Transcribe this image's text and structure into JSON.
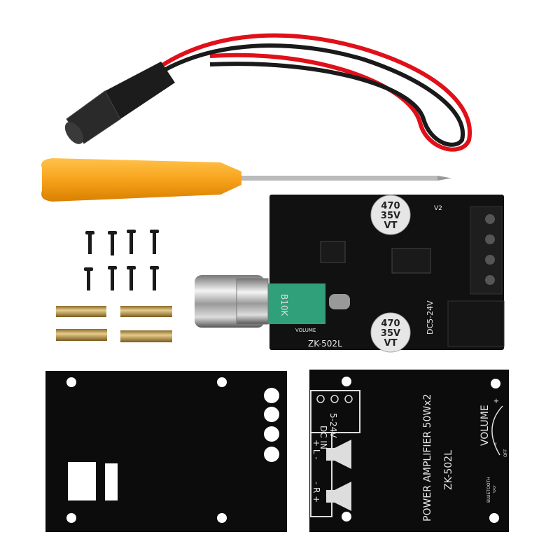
{
  "board": {
    "model": "ZK-502L",
    "voltage": "DC5-24V",
    "volume": "VOLUME",
    "version": "V2",
    "pot": "B10K",
    "capacitor": {
      "line1": "470",
      "line2": "35V",
      "line3": "VT"
    }
  },
  "panel": {
    "title": "POWER AMPLIFIER 50Wx2",
    "model": "ZK-502L",
    "volume": "VOLUME",
    "plus": "+",
    "minus": "-",
    "off": "OFF",
    "bluetooth": "BLUETOOTH",
    "dc_in": "DC IN",
    "dc_range": "5-24V",
    "left_channel": "+ L -",
    "right_channel": "- R +"
  },
  "colors": {
    "handle": "#f7a21b",
    "pcb": "#111111",
    "wire_red": "#e0101a",
    "wire_black": "#1a1a1a",
    "brass": "#c9a55a",
    "pot_green": "#2fa07a"
  }
}
